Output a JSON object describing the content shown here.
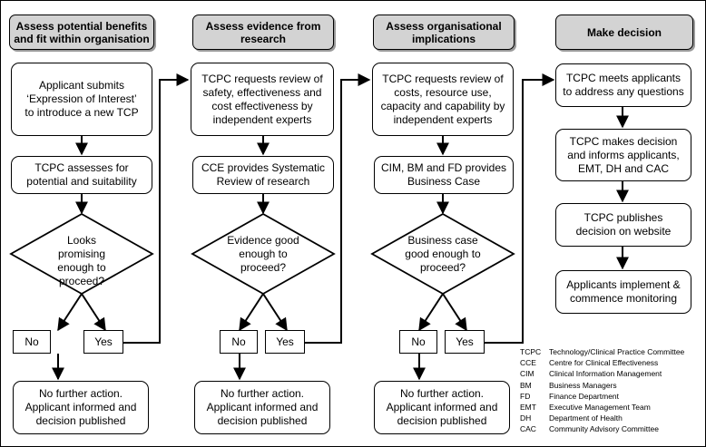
{
  "stages": [
    {
      "header": "Assess potential benefits and fit within organisation",
      "step1": "Applicant submits ‘Expression of Interest’ to introduce a new TCP",
      "step2": "TCPC assesses for potential and suitability",
      "decision": "Looks promising enough to proceed?",
      "no": "No",
      "yes": "Yes",
      "outcome": "No further action. Applicant informed and decision published"
    },
    {
      "header": "Assess evidence from research",
      "step1": "TCPC requests review of safety, effectiveness and cost effectiveness by independent experts",
      "step2": "CCE provides Systematic Review of research",
      "decision": "Evidence good enough to proceed?",
      "no": "No",
      "yes": "Yes",
      "outcome": "No further action. Applicant informed and decision published"
    },
    {
      "header": "Assess organisational implications",
      "step1": "TCPC requests review of costs, resource use, capacity and capability by independent experts",
      "step2": "CIM, BM and FD provides Business Case",
      "decision": "Business case good enough to proceed?",
      "no": "No",
      "yes": "Yes",
      "outcome": "No further action. Applicant informed and decision published"
    }
  ],
  "final_stage": {
    "header": "Make decision",
    "steps": [
      "TCPC meets applicants to address any questions",
      "TCPC makes decision and informs applicants, EMT, DH and CAC",
      "TCPC publishes decision on website",
      "Applicants implement & commence monitoring"
    ]
  },
  "legend": [
    {
      "abbr": "TCPC",
      "full": "Technology/Clinical Practice Committee"
    },
    {
      "abbr": "CCE",
      "full": "Centre for Clinical Effectiveness"
    },
    {
      "abbr": "CIM",
      "full": "Clinical Information Management"
    },
    {
      "abbr": "BM",
      "full": "Business Managers"
    },
    {
      "abbr": "FD",
      "full": "Finance Department"
    },
    {
      "abbr": "EMT",
      "full": "Executive Management Team"
    },
    {
      "abbr": "DH",
      "full": "Department of Health"
    },
    {
      "abbr": "CAC",
      "full": "Community Advisory Committee"
    }
  ]
}
